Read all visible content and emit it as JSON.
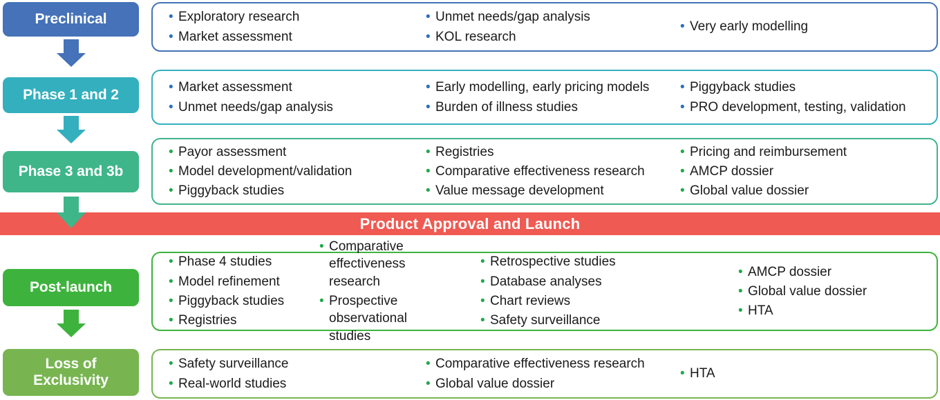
{
  "diagram": {
    "title": "Pharmaceutical product lifecycle HEOR activities",
    "colors": {
      "preclinical": "#4572B8",
      "phase12": "#34AFBE",
      "phase33b": "#3FB58A",
      "launch_banner": "#EF5A52",
      "post_launch": "#3DB33D",
      "loss_of_exclusivity": "#78B551",
      "bullet_blue": "#2C6FBC",
      "bullet_green": "#21A84A",
      "text": "#1a1a1a",
      "white": "#ffffff"
    },
    "banner": {
      "label": "Product Approval and Launch",
      "color_key": "launch_banner"
    },
    "stages": [
      {
        "id": "preclinical",
        "label": "Preclinical",
        "color_key": "preclinical",
        "bullet_color_key": "bullet_blue",
        "arrow_after": true,
        "columns": [
          [
            "Exploratory research",
            "Market assessment"
          ],
          [
            "Unmet needs/gap analysis",
            "KOL research"
          ],
          [
            "Very early modelling"
          ]
        ]
      },
      {
        "id": "phase-1-and-2",
        "label": "Phase 1 and 2",
        "color_key": "phase12",
        "bullet_color_key": "bullet_blue",
        "arrow_after": true,
        "columns": [
          [
            "Market assessment",
            "Unmet needs/gap analysis"
          ],
          [
            "Early modelling, early pricing models",
            "Burden of illness studies"
          ],
          [
            "Piggyback studies",
            "PRO development, testing, validation"
          ]
        ]
      },
      {
        "id": "phase-3-and-3b",
        "label": "Phase 3 and 3b",
        "color_key": "phase33b",
        "bullet_color_key": "bullet_green",
        "arrow_after": true,
        "columns": [
          [
            "Payor assessment",
            "Model development/validation",
            "Piggyback studies"
          ],
          [
            "Registries",
            "Comparative effectiveness research",
            "Value message development"
          ],
          [
            "Pricing and reimbursement",
            "AMCP dossier",
            "Global value dossier"
          ]
        ]
      },
      {
        "id": "post-launch",
        "label": "Post-launch",
        "color_key": "post_launch",
        "bullet_color_key": "bullet_green",
        "arrow_after": true,
        "columns": [
          [
            "Phase 4 studies",
            "Model refinement",
            "Piggyback studies",
            "Registries"
          ],
          [
            "Comparative effectiveness\nresearch",
            "Prospective observational\nstudies"
          ],
          [
            "Retrospective studies",
            "Database analyses",
            "Chart reviews",
            "Safety surveillance"
          ],
          [
            "AMCP dossier",
            "Global value dossier",
            "HTA"
          ]
        ]
      },
      {
        "id": "loss-of-exclusivity",
        "label": "Loss of\nExclusivity",
        "color_key": "loss_of_exclusivity",
        "bullet_color_key": "bullet_green",
        "arrow_after": false,
        "columns": [
          [
            "Safety surveillance",
            "Real-world studies"
          ],
          [
            "Comparative effectiveness research",
            "Global value dossier"
          ],
          [
            "HTA"
          ]
        ]
      }
    ]
  }
}
